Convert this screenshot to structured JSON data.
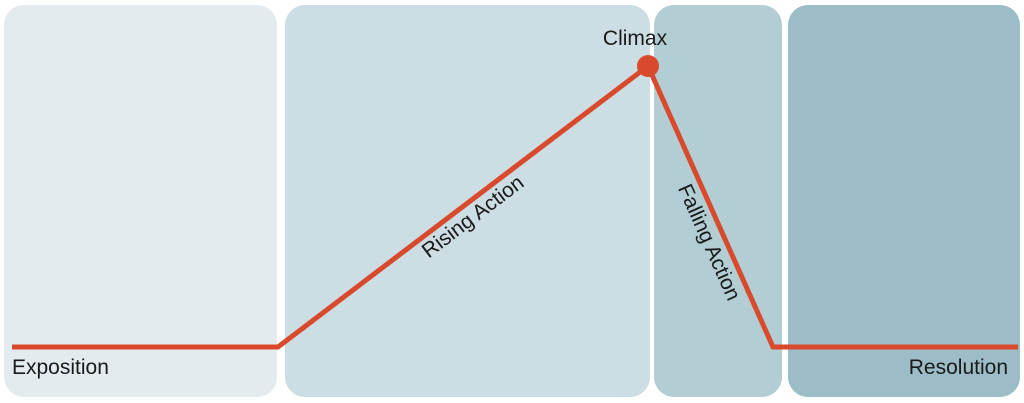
{
  "labels": {
    "exposition": "Exposition",
    "rising_action": "Rising Action",
    "climax": "Climax",
    "falling_action": "Falling Action",
    "resolution": "Resolution"
  },
  "colors": {
    "background": "#ffffff",
    "exposition_panel": "#e3ebee",
    "rising_action_panel": "#ccdde3",
    "falling_action_panel": "#b3cdd5",
    "resolution_panel": "#9cbcc7",
    "plot_line": "#d94a2c",
    "climax_marker": "#d94a2c",
    "text": "#1a1a1a"
  },
  "icons": {
    "climax_marker": "filled-circle"
  }
}
